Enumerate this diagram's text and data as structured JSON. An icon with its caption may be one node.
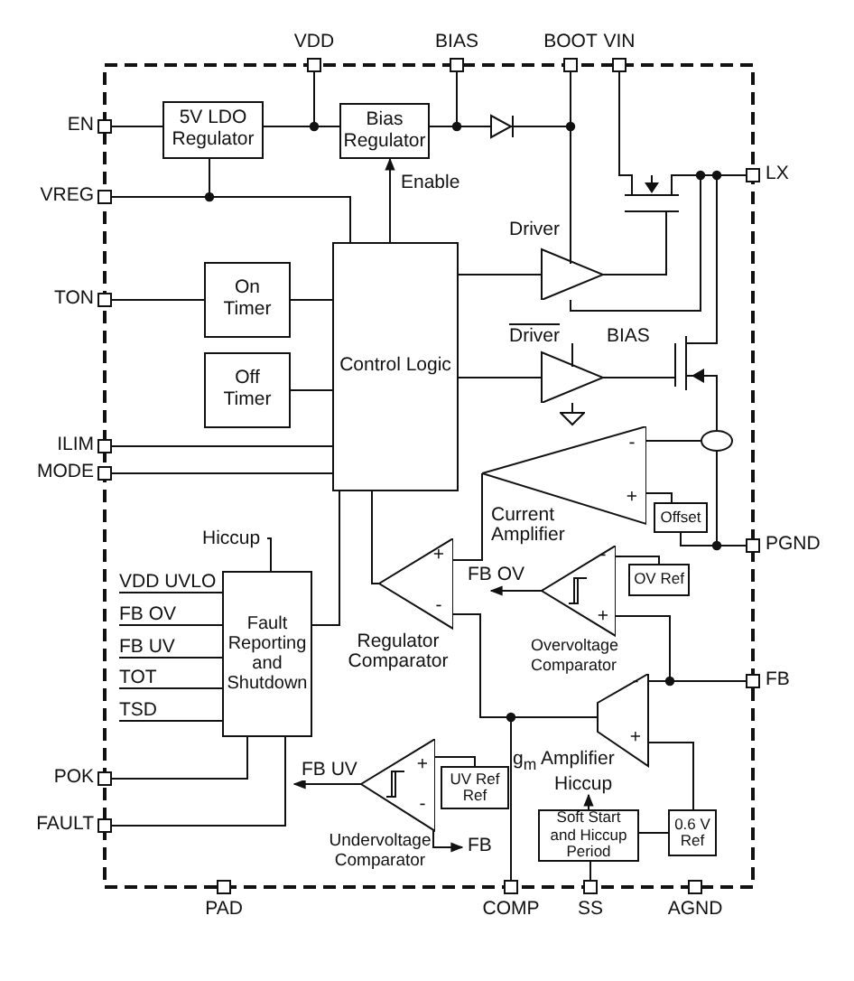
{
  "diagram": {
    "nodes": [
      {
        "text": [
          "VDD"
        ]
      },
      {
        "text": [
          "BIAS"
        ]
      },
      {
        "text": [
          "BOOT"
        ]
      },
      {
        "text": [
          "VIN"
        ]
      },
      {
        "text": [
          "EN"
        ]
      },
      {
        "text": [
          "VREG"
        ]
      },
      {
        "text": [
          "TON"
        ]
      },
      {
        "text": [
          "ILIM"
        ]
      },
      {
        "text": [
          "MODE"
        ]
      },
      {
        "text": [
          "POK"
        ]
      },
      {
        "text": [
          "FAULT"
        ]
      },
      {
        "text": [
          "PAD"
        ]
      },
      {
        "text": [
          "COMP"
        ]
      },
      {
        "text": [
          "SS"
        ]
      },
      {
        "text": [
          "AGND"
        ]
      },
      {
        "text": [
          "LX"
        ]
      },
      {
        "text": [
          "PGND"
        ]
      },
      {
        "text": [
          "FB"
        ]
      },
      {
        "text": [
          "5V LDO Regulator"
        ]
      },
      {
        "text": [
          "Bias Regulator"
        ]
      },
      {
        "text": [
          "On Timer"
        ]
      },
      {
        "text": [
          "Off Timer"
        ]
      },
      {
        "text": [
          "Control Logic"
        ]
      },
      {
        "text": [
          "Fault Reporting and Shutdown"
        ]
      },
      {
        "text": [
          "Driver"
        ]
      },
      {
        "text": [
          "Driver"
        ]
      },
      {
        "text": [],
        "shape": "diode"
      },
      {
        "text": [],
        "shape": "transistor"
      },
      {
        "text": [],
        "shape": "transistor"
      },
      {
        "text": [],
        "shape": "ellipse"
      },
      {
        "text": [
          "-",
          "+",
          "Current Amplifier"
        ]
      },
      {
        "text": [
          "Offset"
        ]
      },
      {
        "text": [
          "+",
          "-",
          "Regulator Comparator"
        ]
      },
      {
        "text": [
          "-",
          "+",
          "Overvoltage Comparator"
        ]
      },
      {
        "text": [
          "OV Ref"
        ]
      },
      {
        "text": [
          "-",
          "g$_{m}$ Amplifier",
          "+"
        ]
      },
      {
        "text": [
          "UV Ref Ref"
        ]
      },
      {
        "text": [
          "+",
          "-",
          "Undervoltage Comparator"
        ]
      },
      {
        "text": [
          "Hiccup"
        ]
      },
      {
        "text": [
          "Soft Start and Hiccup Period"
        ]
      },
      {
        "text": [
          "Hiccup"
        ]
      },
      {
        "text": [
          "0.6 V Ref"
        ]
      },
      {
        "text": [
          "VDD UVLO"
        ]
      },
      {
        "text": [
          "FB OV"
        ]
      },
      {
        "text": [
          "FB UV"
        ]
      },
      {
        "text": [
          "TOT"
        ]
      },
      {
        "text": [
          "TSD"
        ]
      },
      {
        "text": [],
        "shape": "ground"
      }
    ],
    "edges": [
      {
        "from": 4,
        "to": 18,
        "arrow": "none"
      },
      {
        "from": 18,
        "to": 19,
        "arrow": "none"
      },
      {
        "from": 0,
        "to": 19,
        "arrow": "none"
      },
      {
        "from": 18,
        "to": 5,
        "arrow": "none"
      },
      {
        "from": 5,
        "to": 22,
        "arrow": "none"
      },
      {
        "from": 22,
        "to": 19,
        "arrow": "to",
        "label": "Enable"
      },
      {
        "from": 19,
        "to": 26,
        "arrow": "none"
      },
      {
        "from": 1,
        "to": 26,
        "arrow": "none"
      },
      {
        "from": 26,
        "to": 2,
        "arrow": "none"
      },
      {
        "from": 2,
        "to": 24,
        "arrow": "none"
      },
      {
        "from": 3,
        "to": 27,
        "arrow": "none"
      },
      {
        "from": 24,
        "to": 27,
        "arrow": "none"
      },
      {
        "from": 27,
        "to": 15,
        "arrow": "none"
      },
      {
        "from": 24,
        "to": 15,
        "arrow": "none"
      },
      {
        "from": 28,
        "to": 15,
        "arrow": "none"
      },
      {
        "from": 25,
        "to": 28,
        "arrow": "none"
      },
      {
        "from": 6,
        "to": 20,
        "arrow": "none"
      },
      {
        "from": 20,
        "to": 22,
        "arrow": "none"
      },
      {
        "from": 21,
        "to": 22,
        "arrow": "none"
      },
      {
        "from": 7,
        "to": 22,
        "arrow": "none"
      },
      {
        "from": 8,
        "to": 22,
        "arrow": "none"
      },
      {
        "from": 22,
        "to": 24,
        "arrow": "none"
      },
      {
        "from": 22,
        "to": 25,
        "arrow": "none"
      },
      {
        "from": 28,
        "to": 29,
        "arrow": "none"
      },
      {
        "from": 29,
        "to": 16,
        "arrow": "none"
      },
      {
        "from": 29,
        "to": 30,
        "arrow": "none"
      },
      {
        "from": 31,
        "to": 30,
        "arrow": "none"
      },
      {
        "from": 31,
        "to": 16,
        "arrow": "none"
      },
      {
        "from": 30,
        "to": 32,
        "arrow": "none"
      },
      {
        "from": 32,
        "to": 22,
        "arrow": "none"
      },
      {
        "from": 22,
        "to": 23,
        "arrow": "none"
      },
      {
        "from": 35,
        "to": 32,
        "arrow": "none"
      },
      {
        "from": 12,
        "to": 35,
        "arrow": "none"
      },
      {
        "from": 17,
        "to": 35,
        "arrow": "none"
      },
      {
        "from": 17,
        "to": 33,
        "arrow": "none"
      },
      {
        "from": 34,
        "to": 33,
        "arrow": "none"
      },
      {
        "from": 33,
        "to": null,
        "arrow": "to",
        "label": "FB OV"
      },
      {
        "from": 41,
        "to": 35,
        "arrow": "none"
      },
      {
        "from": 41,
        "to": 39,
        "arrow": "none"
      },
      {
        "from": 13,
        "to": 39,
        "arrow": "none"
      },
      {
        "from": 39,
        "to": 40,
        "arrow": "to"
      },
      {
        "from": 36,
        "to": 37,
        "arrow": "none"
      },
      {
        "from": 37,
        "to": null,
        "arrow": "to",
        "label": "FB UV"
      },
      {
        "from": 37,
        "to": null,
        "arrow": "to",
        "label": "FB"
      },
      {
        "from": 23,
        "to": 9,
        "arrow": "none"
      },
      {
        "from": 23,
        "to": 10,
        "arrow": "none"
      },
      {
        "from": 38,
        "to": 23,
        "arrow": "none"
      },
      {
        "from": 42,
        "to": 23,
        "arrow": "none"
      },
      {
        "from": 43,
        "to": 23,
        "arrow": "none"
      },
      {
        "from": 44,
        "to": 23,
        "arrow": "none"
      },
      {
        "from": 45,
        "to": 23,
        "arrow": "none"
      },
      {
        "from": 46,
        "to": 23,
        "arrow": "none"
      },
      {
        "from": 25,
        "to": 47,
        "arrow": "none"
      }
    ],
    "labels": [
      "BIAS"
    ]
  }
}
